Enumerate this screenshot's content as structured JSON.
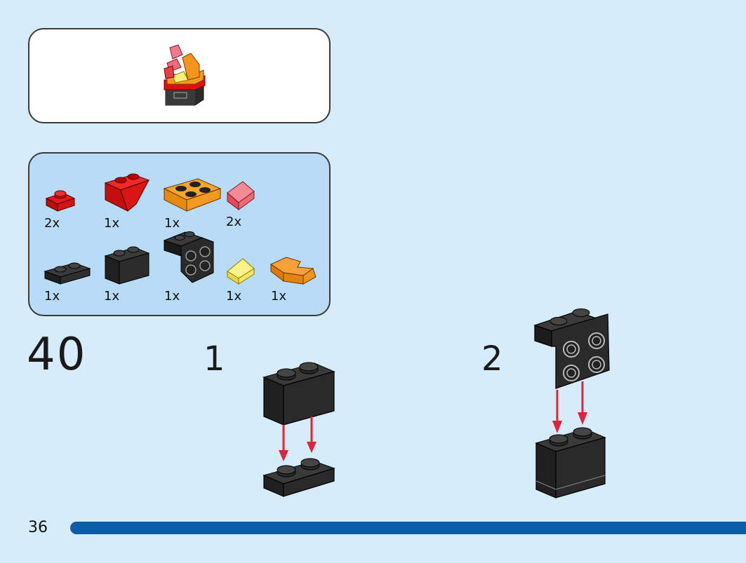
{
  "page": {
    "page_number": "36",
    "accent_color": "#0a5ea8",
    "background_color": "#d6ecfa"
  },
  "step": {
    "main_number": "40",
    "substeps": [
      {
        "number": "1"
      },
      {
        "number": "2"
      }
    ]
  },
  "parts": [
    {
      "icon": "red-plate-1x1-icon",
      "qty": "2x"
    },
    {
      "icon": "red-inverted-slope-icon",
      "qty": "1x"
    },
    {
      "icon": "orange-plate-2x2-icon",
      "qty": "1x"
    },
    {
      "icon": "trans-red-slope-icon",
      "qty": "2x"
    },
    {
      "icon": "black-plate-1x2-icon",
      "qty": "1x"
    },
    {
      "icon": "black-brick-1x2-icon",
      "qty": "1x"
    },
    {
      "icon": "black-bracket-icon",
      "qty": "1x"
    },
    {
      "icon": "trans-yellow-slope-icon",
      "qty": "1x"
    },
    {
      "icon": "orange-wedge-icon",
      "qty": "1x"
    }
  ]
}
